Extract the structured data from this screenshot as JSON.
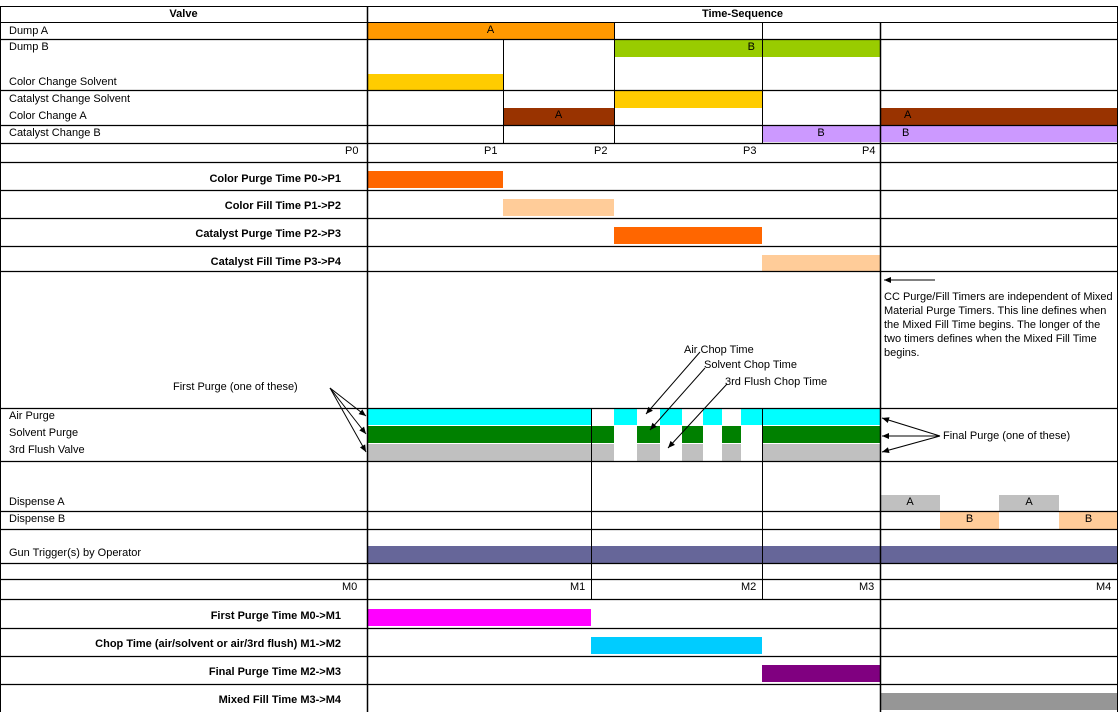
{
  "header": {
    "valve": "Valve",
    "sequence": "Time-Sequence"
  },
  "valves": {
    "dump_a": "Dump A",
    "dump_b": "Dump B",
    "color_change_solvent": "Color Change Solvent",
    "catalyst_change_solvent": "Catalyst Change Solvent",
    "color_change_a": "Color Change A",
    "catalyst_change_b": "Catalyst Change B",
    "air_purge": "Air Purge",
    "solvent_purge": "Solvent Purge",
    "third_flush_valve": "3rd Flush Valve",
    "dispense_a": "Dispense A",
    "dispense_b": "Dispense B",
    "gun_trigger": "Gun Trigger(s) by Operator"
  },
  "seg_labels": {
    "a": "A",
    "b": "B"
  },
  "p_markers": [
    "P0",
    "P1",
    "P2",
    "P3",
    "P4"
  ],
  "m_markers": [
    "M0",
    "M1",
    "M2",
    "M3",
    "M4"
  ],
  "p_timers": [
    "Color Purge Time P0->P1",
    "Color Fill Time P1->P2",
    "Catalyst Purge Time P2->P3",
    "Catalyst Fill Time P3->P4"
  ],
  "m_timers": [
    "First Purge Time M0->M1",
    "Chop Time (air/solvent or air/3rd flush) M1->M2",
    "Final Purge Time M2->M3",
    "Mixed Fill Time M3->M4"
  ],
  "annotations": {
    "air_chop": "Air Chop Time",
    "solvent_chop": "Solvent Chop Time",
    "flush_chop": "3rd Flush Chop Time",
    "first_purge": "First Purge (one of these)",
    "final_purge": "Final Purge (one of these)",
    "cc_note": "CC Purge/Fill Timers are independent of Mixed Material Purge Timers.  This line defines when the Mixed Fill Time begins.  The longer of the two timers defines when the Mixed Fill Time begins."
  },
  "colors": {
    "dump_a": "#ff9900",
    "dump_b": "#99cc00",
    "solvent": "#ffcc00",
    "color_a": "#993300",
    "catalyst_b": "#cc99ff",
    "purge": "#ff6600",
    "fill": "#ffcc99",
    "air": "#00ffff",
    "solvent_purge": "#008000",
    "flush": "#c0c0c0",
    "trigger": "#666699",
    "first_purge": "#ff00ff",
    "chop": "#00ccff",
    "final_purge": "#800080",
    "mixed_fill": "#969696"
  }
}
